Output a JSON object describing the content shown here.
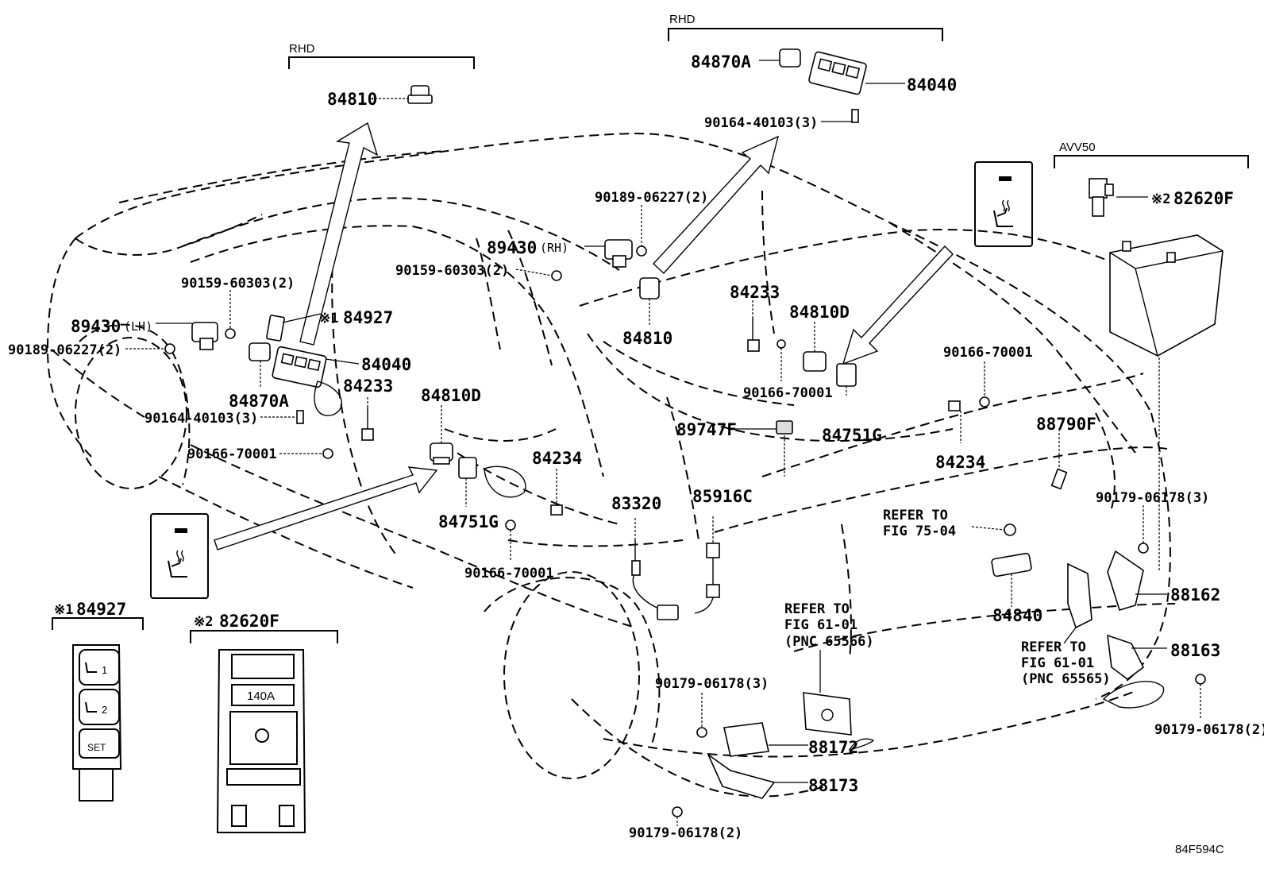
{
  "headers": {
    "rhd_left": "RHD",
    "rhd_right": "RHD",
    "avv50": "AVV50"
  },
  "labels": {
    "p84810_top": "84810",
    "p84870A_top": "84870A",
    "p84040_top": "84040",
    "p90164_top": "90164-40103(3)",
    "p82620F_top_mark": "※2",
    "p82620F_top": "82620F",
    "p90189_rh": "90189-06227(2)",
    "p89430_rh": "89430",
    "p89430_rh_suffix": "(RH)",
    "p90159_rh": "90159-60303(2)",
    "p84810_mid": "84810",
    "p84233_mid": "84233",
    "p84810D_right": "84810D",
    "p90166_mid": "90166-70001",
    "p84751G_right": "84751G",
    "p90166_right": "90166-70001",
    "p84234_right": "84234",
    "p89747F": "89747F",
    "p88790F": "88790F",
    "p90159_lh": "90159-60303(2)",
    "p89430_lh": "89430",
    "p89430_lh_suffix": "(LH)",
    "p90189_lh": "90189-06227(2)",
    "p84927_mark": "※1",
    "p84927": "84927",
    "p84040_left": "84040",
    "p84233_left": "84233",
    "p84870A_left": "84870A",
    "p90164_left": "90164-40103(3)",
    "p90166_left": "90166-70001",
    "p84810D_left": "84810D",
    "p84234_left": "84234",
    "p84751G_left": "84751G",
    "p90166_bottom": "90166-70001",
    "p83320": "83320",
    "p85916C": "85916C",
    "refer_7504_line1": "REFER TO",
    "refer_7504_line2": "FIG 75-04",
    "p90179_3_right": "90179-06178(3)",
    "p84840": "84840",
    "p88162": "88162",
    "refer_6101a_line1": "REFER TO",
    "refer_6101a_line2": "FIG 61-01",
    "refer_6101a_line3": "(PNC 65566)",
    "refer_6101b_line1": "REFER TO",
    "refer_6101b_line2": "FIG 61-01",
    "refer_6101b_line3": "(PNC 65565)",
    "p88163": "88163",
    "p90179_3_center": "90179-06178(3)",
    "p88172": "88172",
    "p88173": "88173",
    "p90179_2_bottom": "90179-06178(2)",
    "p90179_2_right": "90179-06178(2)",
    "inset1_mark": "※1",
    "inset1_part": "84927",
    "inset2_mark": "※2",
    "inset2_part": "82620F",
    "fuse_rating": "140A",
    "switch_btn1": "1",
    "switch_btn2": "2",
    "switch_set": "SET",
    "figure_code": "84F594C"
  },
  "icons": {
    "seat_heater_left": "seat-heater-switch-icon",
    "seat_heater_right": "seat-heater-switch-icon"
  }
}
